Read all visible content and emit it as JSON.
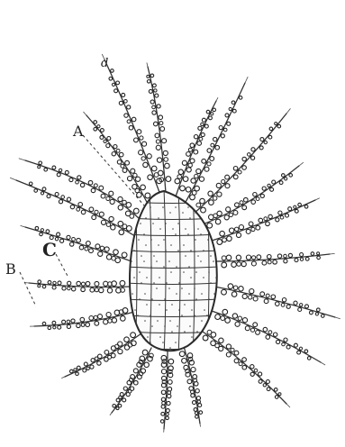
{
  "figure": {
    "labels": {
      "a": "A",
      "b": "B",
      "c": "C",
      "d": "d"
    }
  }
}
